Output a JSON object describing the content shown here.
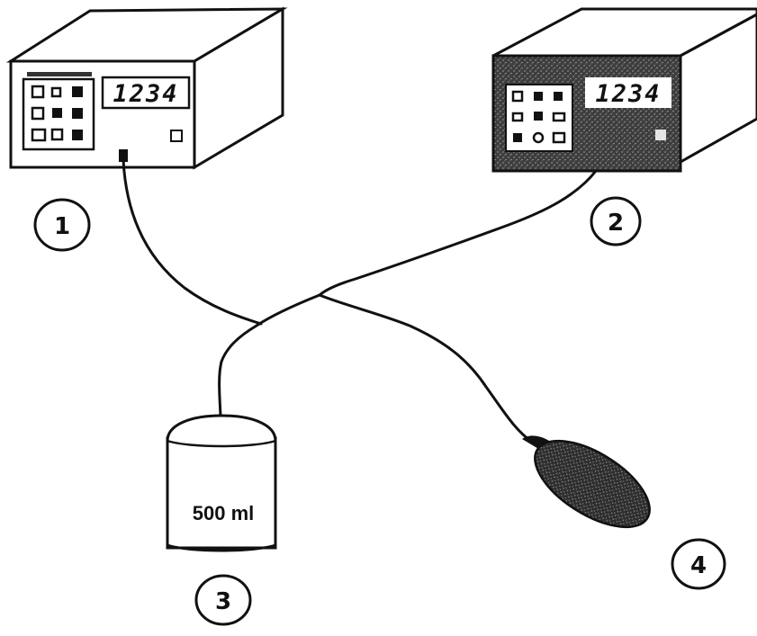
{
  "device_1": {
    "display": "1234",
    "label": "1"
  },
  "device_2": {
    "display": "1234",
    "label": "2"
  },
  "bottle": {
    "volume_text": "500 ml",
    "label": "3"
  },
  "bulb": {
    "label": "4"
  },
  "colors": {
    "ink": "#111111",
    "background": "#ffffff",
    "shaded_panel": "#4a4a4a"
  }
}
